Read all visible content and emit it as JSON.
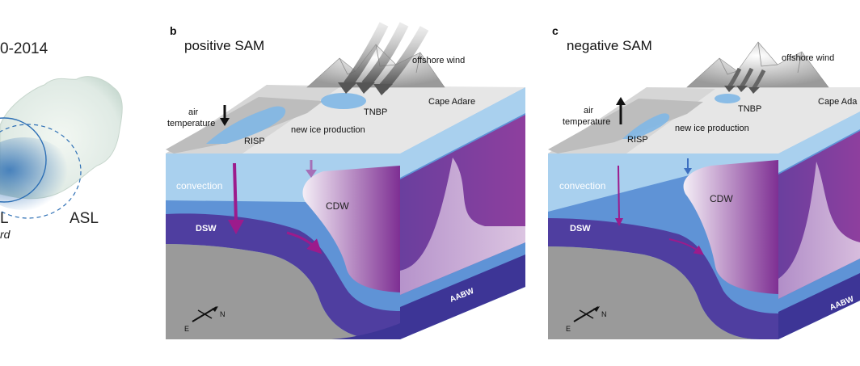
{
  "panel_a": {
    "title_fragment": "0-2014",
    "asl_label": "ASL",
    "left_fragment": "L",
    "bottom_fragment": "rd"
  },
  "panel_b": {
    "letter": "b",
    "title": "positive SAM",
    "offshore_wind": "offshore wind",
    "air_temperature_line1": "air",
    "air_temperature_line2": "temperature",
    "tnbp": "TNBP",
    "cape_adare": "Cape Adare",
    "new_ice_production": "new ice production",
    "risp": "RISP",
    "convection": "convection",
    "cdw": "CDW",
    "dsw": "DSW",
    "aabw": "AABW",
    "compass_n": "N",
    "compass_e": "E"
  },
  "panel_c": {
    "letter": "c",
    "title": "negative SAM",
    "offshore_wind": "offshore wind",
    "air_temperature_line1": "air",
    "air_temperature_line2": "temperature",
    "tnbp": "TNBP",
    "cape_adare": "Cape Ada",
    "new_ice_production": "new ice production",
    "risp": "RISP",
    "convection": "convection",
    "cdw": "CDW",
    "dsw": "DSW",
    "aabw": "AABW",
    "compass_n": "N",
    "compass_e": "E"
  },
  "colors": {
    "surface_water": "#a9d0ee",
    "mid_water": "#5f93d6",
    "dsw_band": "#4f3ea0",
    "aabw_band": "#3d3596",
    "seabed": "#9a9a9a",
    "cdw_purple": "#8e3f9e",
    "sinking_arrow": "#9c1b8c",
    "ice_grey": "#d2d2d2"
  }
}
